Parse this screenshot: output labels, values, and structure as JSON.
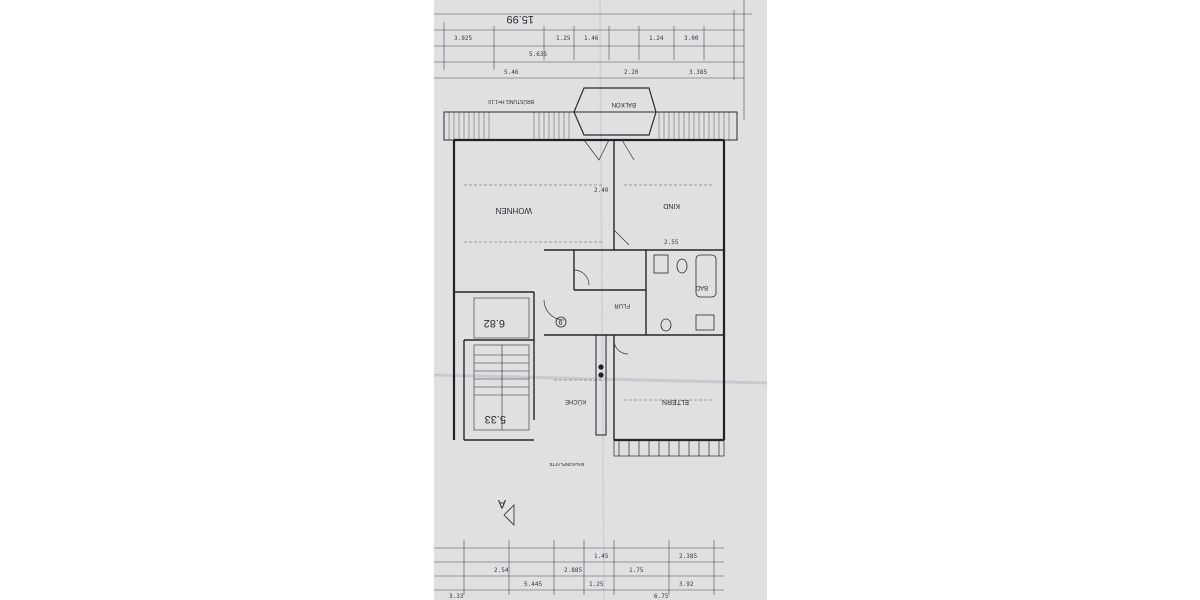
{
  "plan": {
    "overall_dimension": "15.99",
    "rooms": [
      {
        "id": "wohnen",
        "label": "WOHNEN"
      },
      {
        "id": "kind",
        "label": "KIND"
      },
      {
        "id": "bad",
        "label": "BAD"
      },
      {
        "id": "flur",
        "label": "FLUR"
      },
      {
        "id": "kueche",
        "label": "KÜCHE"
      },
      {
        "id": "eltern",
        "label": "ELTERN"
      },
      {
        "id": "balkon",
        "label": "BALKON"
      }
    ],
    "stair_levels": [
      "6.82",
      "5.33"
    ],
    "section_mark": "A",
    "room_number": "6",
    "dimensions_top": [
      "3.925",
      "5.635",
      "5.46",
      "3.385",
      "1.25",
      "2.20",
      "1.24",
      "3.00",
      "1.46",
      "2.40",
      "2.55"
    ],
    "dimensions_bottom": [
      "3.33",
      "5.445",
      "2.885",
      "1.25",
      "3.92",
      "2.54",
      "1.45",
      "2.385",
      "1.75",
      "6.75"
    ],
    "notes": [
      "BRÜSTUNG H=1.10",
      "BALKONPLATTE"
    ]
  },
  "colors": {
    "paper": "#dfe0e2",
    "ink": "#2b2b30",
    "accent": "#c05a3a"
  }
}
